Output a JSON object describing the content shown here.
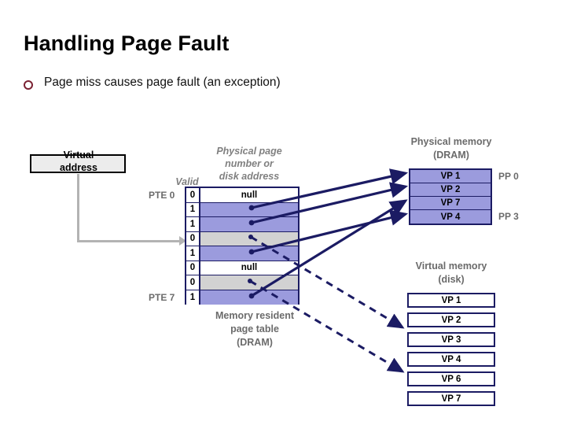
{
  "slide": {
    "title": "Handling Page Fault",
    "bullets": [
      {
        "marker": "circle-bullet-icon",
        "text": "Page miss causes page fault (an exception)"
      }
    ]
  },
  "virtual_address": {
    "label": "Virtual\naddress",
    "label_line1": "Virtual",
    "label_line2": "address",
    "connector": "gray-elbow-arrow"
  },
  "page_table": {
    "header_valid": "Valid",
    "header_ppn_line1": "Physical page",
    "header_ppn_line2": "number or",
    "header_ppn_line3": "disk address",
    "first_row_label": "PTE 0",
    "last_row_label": "PTE 7",
    "caption_line1": "Memory resident",
    "caption_line2": "page table",
    "caption_line3": "(DRAM)",
    "rows": [
      {
        "valid": "0",
        "value": "null",
        "fill": "white"
      },
      {
        "valid": "1",
        "value": "",
        "fill": "blue"
      },
      {
        "valid": "1",
        "value": "",
        "fill": "blue"
      },
      {
        "valid": "0",
        "value": "",
        "fill": "gray"
      },
      {
        "valid": "1",
        "value": "",
        "fill": "blue"
      },
      {
        "valid": "0",
        "value": "null",
        "fill": "white"
      },
      {
        "valid": "0",
        "value": "",
        "fill": "gray"
      },
      {
        "valid": "1",
        "value": "",
        "fill": "blue"
      }
    ]
  },
  "physical_memory": {
    "caption_line1": "Physical memory",
    "caption_line2": "(DRAM)",
    "rows": [
      {
        "label": "VP 1"
      },
      {
        "label": "VP 2"
      },
      {
        "label": "VP 7"
      },
      {
        "label": "VP 4"
      }
    ],
    "side_labels": {
      "first": "PP 0",
      "last": "PP 3"
    }
  },
  "virtual_memory": {
    "caption_line1": "Virtual memory",
    "caption_line2": "(disk)",
    "rows": [
      {
        "label": "VP 1"
      },
      {
        "label": "VP 2"
      },
      {
        "label": "VP 3"
      },
      {
        "label": "VP 4"
      },
      {
        "label": "VP 6"
      },
      {
        "label": "VP 7"
      }
    ]
  },
  "colors": {
    "valid_fill": "#9b9bdd",
    "invalid_fill": "#d2d2d2",
    "null_fill": "#ffffff",
    "border_navy": "#1b1b63",
    "caption_gray": "#6b6b6b",
    "connector_gray": "#b3b3b3",
    "bullet_maroon": "#7b2233"
  }
}
